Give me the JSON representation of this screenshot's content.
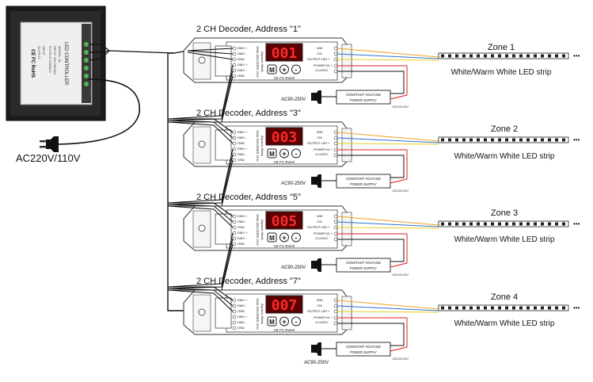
{
  "controller": {
    "title": "LED CONTROLLER",
    "label_lines": [
      "MODEL: DL",
      "INPUT: 100-240VAC",
      "OUTPUT: DMX512",
      "INPUT",
      "OUTPUT"
    ],
    "cert_marks": "CE FC RoHS"
  },
  "mains_label": "AC220V/110V",
  "decoder_common": {
    "dmx_terminals": [
      "DMX +",
      "DMX -",
      "GND",
      "DMX +",
      "DMX -",
      "GND"
    ],
    "product_name": "DMX DECODER 2CH",
    "product_sub": "(Dynamic White)",
    "buttons": [
      "M",
      "+",
      "-"
    ],
    "cert": "CE FC RoHS",
    "led_out_labels": [
      "WW",
      "CW",
      "OUTPUT LED +"
    ],
    "power_label": "POWER IN +",
    "power_sub": "12-24VDC",
    "psu_lines": [
      "CONSTANT VOLTAGE",
      "POWER SUPPLY"
    ],
    "ac_label": "AC90-250V",
    "dc_label": "DC12V-24V"
  },
  "decoders": [
    {
      "title": "2 CH Decoder, Address \"1\"",
      "display": "001"
    },
    {
      "title": "2 CH Decoder, Address \"3\"",
      "display": "003"
    },
    {
      "title": "2 CH Decoder, Address \"5\"",
      "display": "005"
    },
    {
      "title": "2 CH Decoder, Address \"7\"",
      "display": "007"
    }
  ],
  "zones": [
    {
      "name": "Zone 1",
      "strip": "White/Warm White LED strip"
    },
    {
      "name": "Zone 2",
      "strip": "White/Warm White LED strip"
    },
    {
      "name": "Zone 3",
      "strip": "White/Warm White LED strip"
    },
    {
      "name": "Zone 4",
      "strip": "White/Warm White LED strip"
    }
  ],
  "colors": {
    "wire": "#111111",
    "display_bg": "#5a0000",
    "display_digit": "#ff2a2a",
    "led_red": "#e02020",
    "led_orange": "#f0a020",
    "led_yellow": "#e8d020",
    "led_blue": "#3070d0"
  },
  "icons": [
    "plug-icon",
    "strip-dots-icon"
  ]
}
